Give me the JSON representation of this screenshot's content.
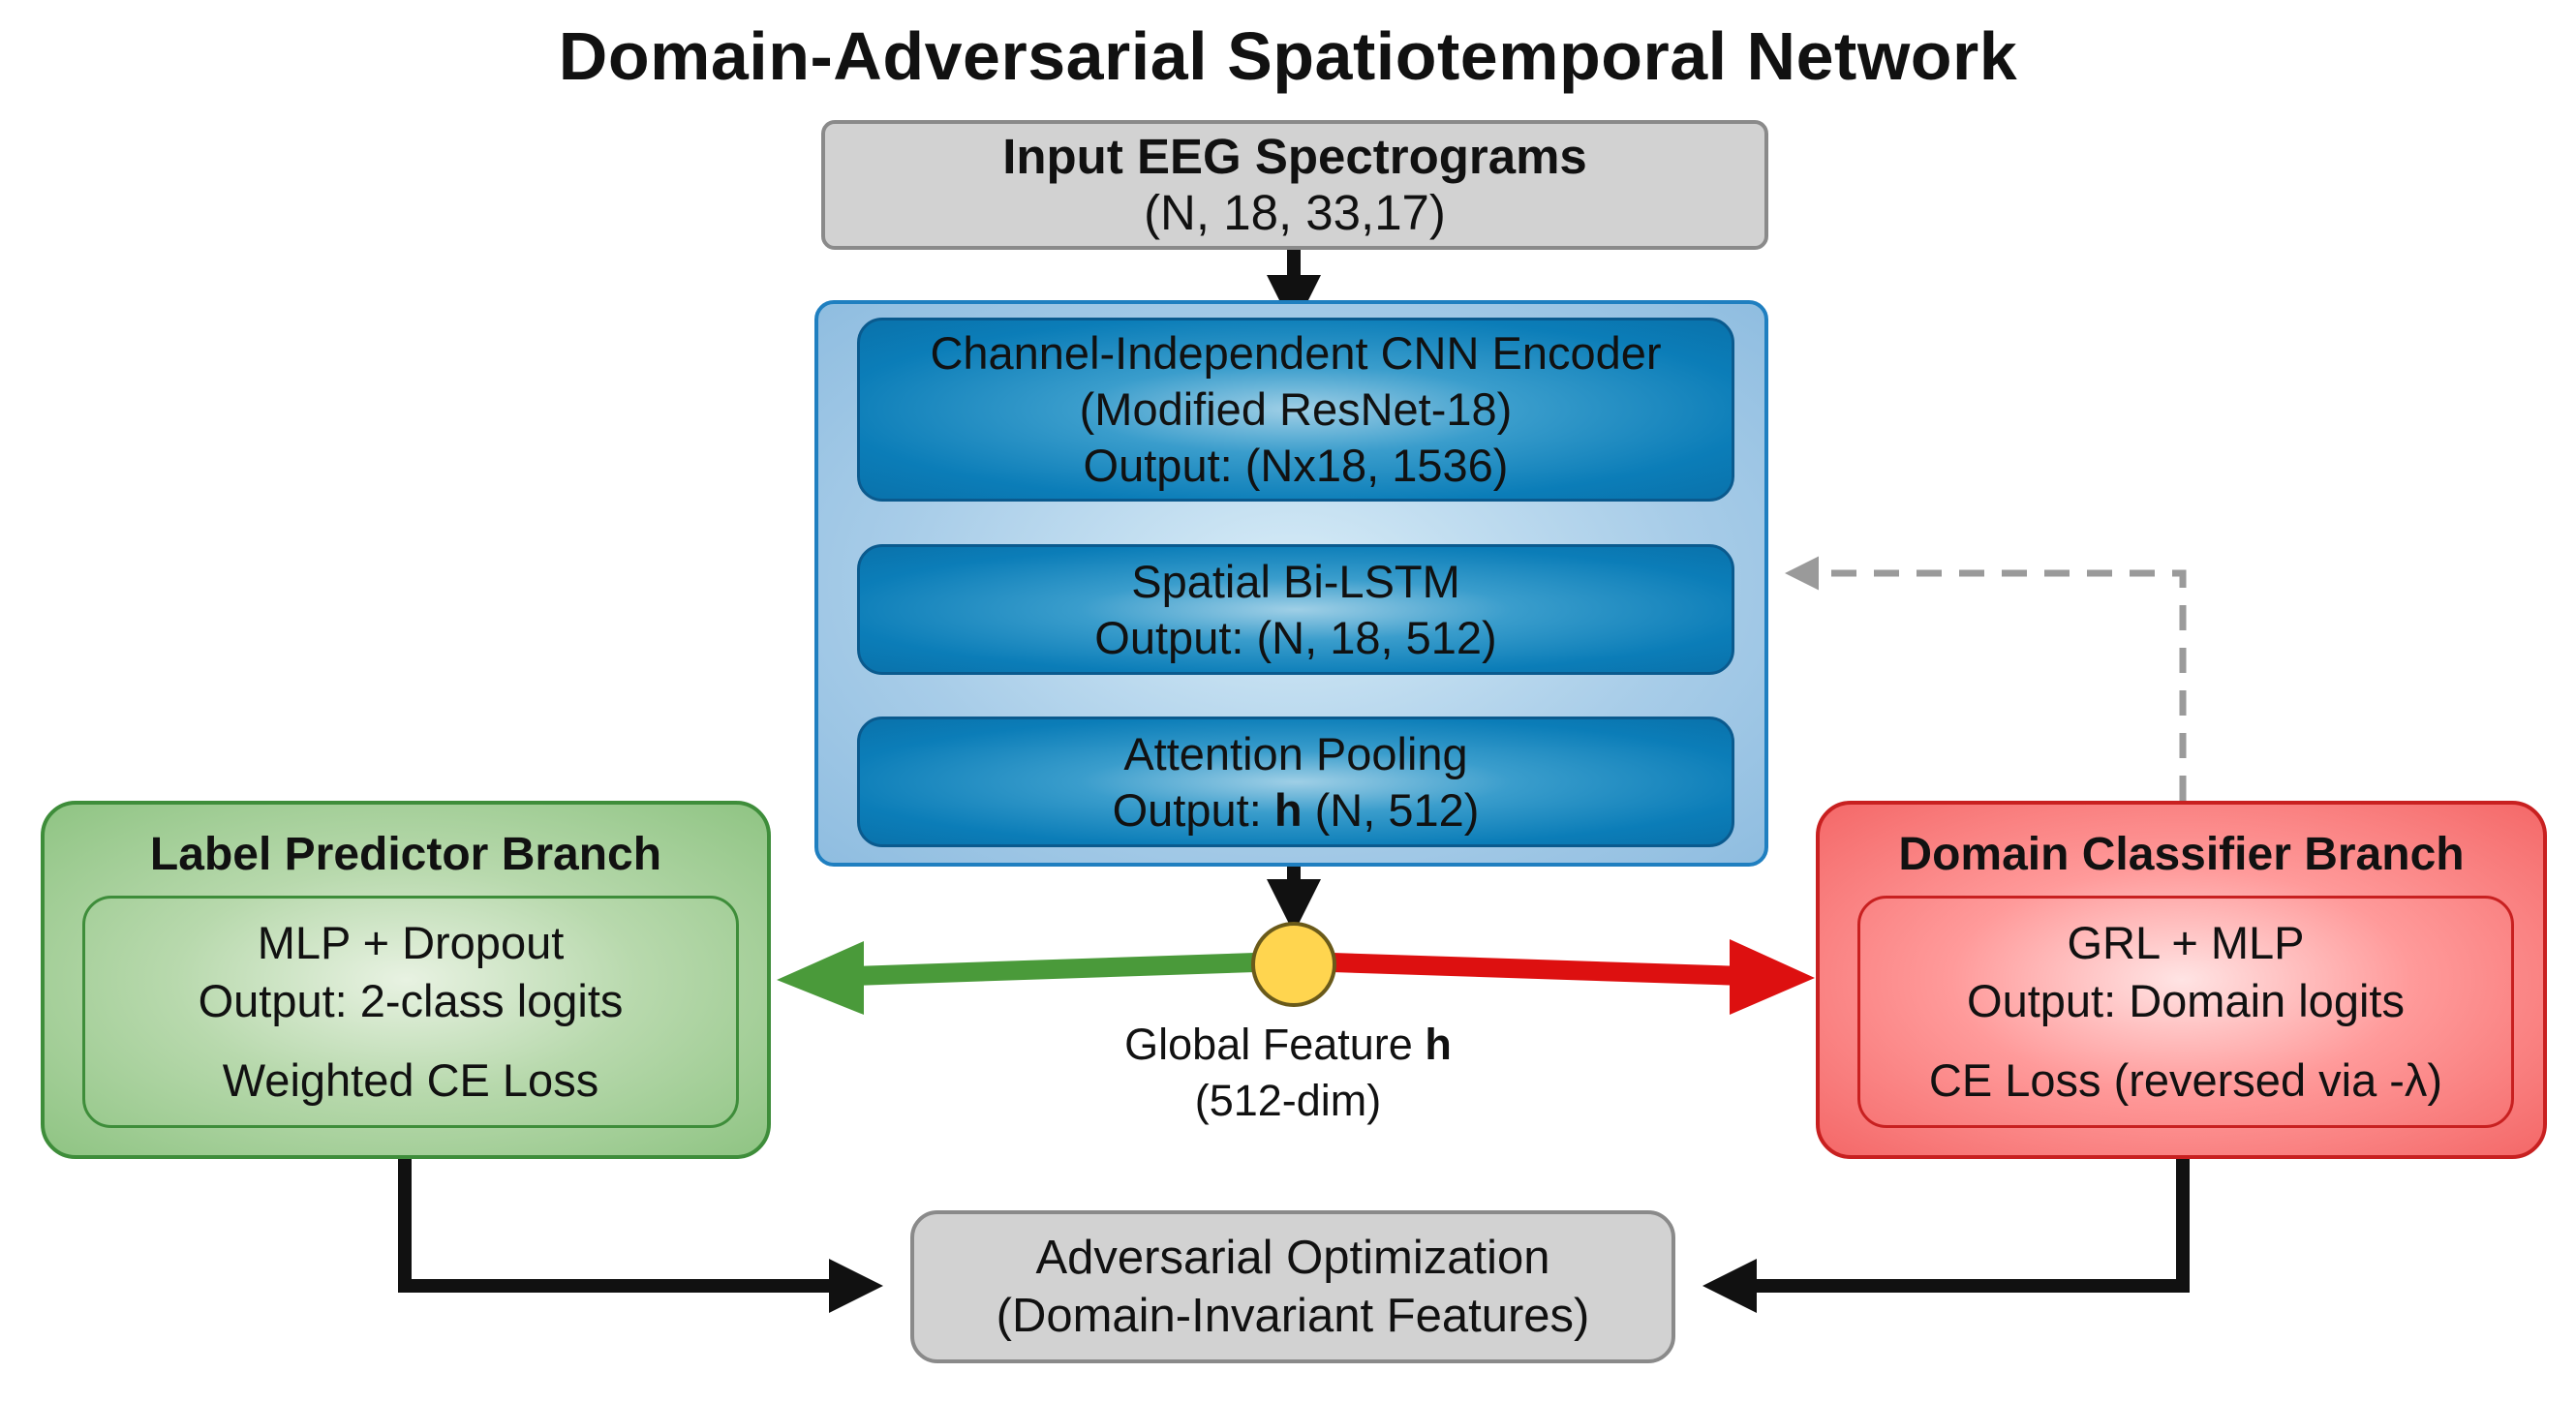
{
  "title": "Domain-Adversarial Spatiotemporal Network",
  "input": {
    "line1": "Input EEG Spectrograms",
    "line2": "(N, 18, 33,17)"
  },
  "encoder": {
    "cnn": {
      "line1": "Channel-Independent CNN Encoder",
      "line2": "(Modified ResNet-18)",
      "line3": "Output: (Nx18, 1536)"
    },
    "lstm": {
      "line1": "Spatial Bi-LSTM",
      "line2": "Output: (N, 18, 512)"
    },
    "attention": {
      "line1": "Attention Pooling",
      "line2_prefix": "Output: ",
      "line2_bold": "h",
      "line2_suffix": " (N, 512)"
    }
  },
  "global_feature": {
    "prefix": "Global Feature ",
    "bold": "h",
    "line2": "(512-dim)"
  },
  "label_branch": {
    "title": "Label Predictor Branch",
    "line1": "MLP + Dropout",
    "line2": "Output: 2-class logits",
    "line3": "Weighted CE Loss"
  },
  "domain_branch": {
    "title": "Domain Classifier Branch",
    "line1": "GRL + MLP",
    "line2": "Output: Domain logits",
    "line3": "CE Loss (reversed via -λ)"
  },
  "adversarial": {
    "line1": "Adversarial Optimization",
    "line2": "(Domain-Invariant Features)"
  },
  "colors": {
    "label_green": "#4a9a3a",
    "domain_red": "#dd1010",
    "node_yellow": "#ffd54f",
    "encoder_blue": "#0b7db8",
    "arrow_dark": "#111111",
    "dashed_gray": "#9a9a9a"
  }
}
